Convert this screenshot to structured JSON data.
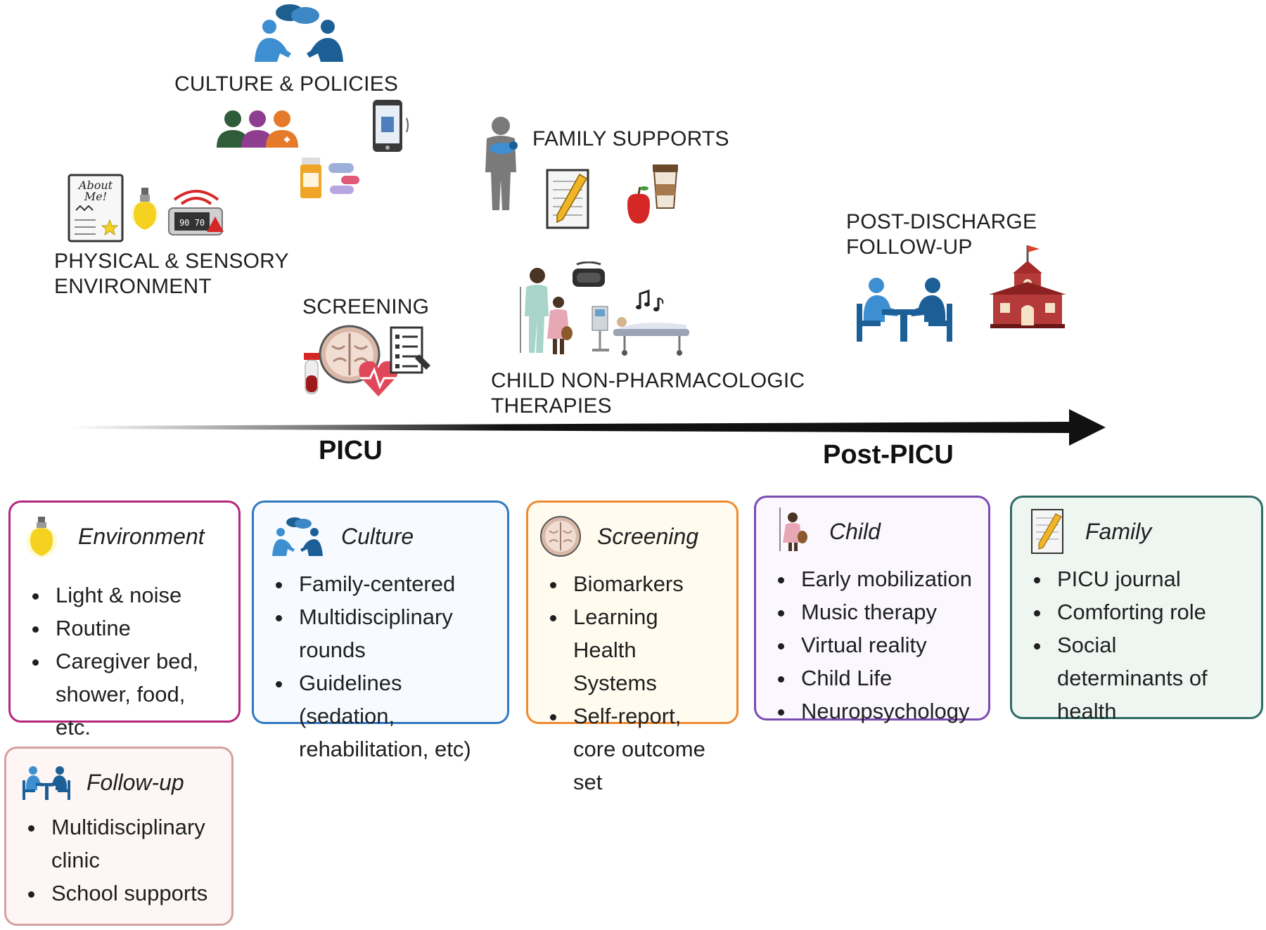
{
  "labels": {
    "culture": "CULTURE & POLICIES",
    "family_supports": "FAMILY SUPPORTS",
    "physical_line1": "PHYSICAL & SENSORY",
    "physical_line2": "ENVIRONMENT",
    "screening": "SCREENING",
    "post_discharge_line1": "POST-DISCHARGE",
    "post_discharge_line2": "FOLLOW-UP",
    "child_line1": "CHILD NON-PHARMACOLOGIC",
    "child_line2": "THERAPIES",
    "about_me_line1": "About",
    "about_me_line2": "Me!",
    "monitor_text": "90 70"
  },
  "stages": {
    "picu": "PICU",
    "post_picu": "Post-PICU"
  },
  "cards": [
    {
      "key": "environment",
      "title": "Environment",
      "border": "#b3267e",
      "bg": "#ffffff",
      "items": [
        "Light & noise",
        "Routine",
        "Caregiver bed, shower, food, etc."
      ]
    },
    {
      "key": "culture",
      "title": "Culture",
      "border": "#2f79c2",
      "bg": "#f7fbff",
      "items": [
        "Family-centered",
        "Multidisciplinary rounds",
        "Guidelines (sedation, rehabilitation, etc)"
      ]
    },
    {
      "key": "screening",
      "title": "Screening",
      "border": "#ee8a2e",
      "bg": "#fffbef",
      "items": [
        "Biomarkers",
        "Learning Health Systems",
        "Self-report, core outcome set"
      ]
    },
    {
      "key": "child",
      "title": "Child",
      "border": "#7b4bb0",
      "bg": "#faf7ff",
      "items": [
        "Early mobilization",
        "Music therapy",
        "Virtual reality",
        "Child Life",
        "Neuropsychology"
      ]
    },
    {
      "key": "family",
      "title": "Family",
      "border": "#2f6b63",
      "bg": "#eef6f1",
      "items": [
        "PICU journal",
        "Comforting role",
        "Social determinants of health"
      ]
    },
    {
      "key": "followup",
      "title": "Follow-up",
      "border": "#d4a0a0",
      "bg": "#fdf6f5",
      "items": [
        "Multidisciplinary clinic",
        "School supports"
      ]
    }
  ],
  "colors": {
    "arrow": "#111111",
    "people_blue": "#3d8fd1",
    "people_dark": "#1c5f96",
    "school_red": "#a52a2a",
    "bulb_yellow": "#f4d21f",
    "apple_red": "#d62727"
  },
  "icons": [
    "conversation-icon",
    "care-team-icon",
    "phone-icon",
    "pills-icon",
    "about-me-icon",
    "light-bulb-icon",
    "monitor-alarm-icon",
    "parent-holding-baby-icon",
    "journal-icon",
    "food-coffee-icon",
    "brain-icon",
    "blood-tube-icon",
    "heart-rate-icon",
    "checklist-icon",
    "nurse-child-icon",
    "vr-headset-icon",
    "patient-bed-icon",
    "music-notes-icon",
    "meeting-table-icon",
    "school-icon"
  ]
}
